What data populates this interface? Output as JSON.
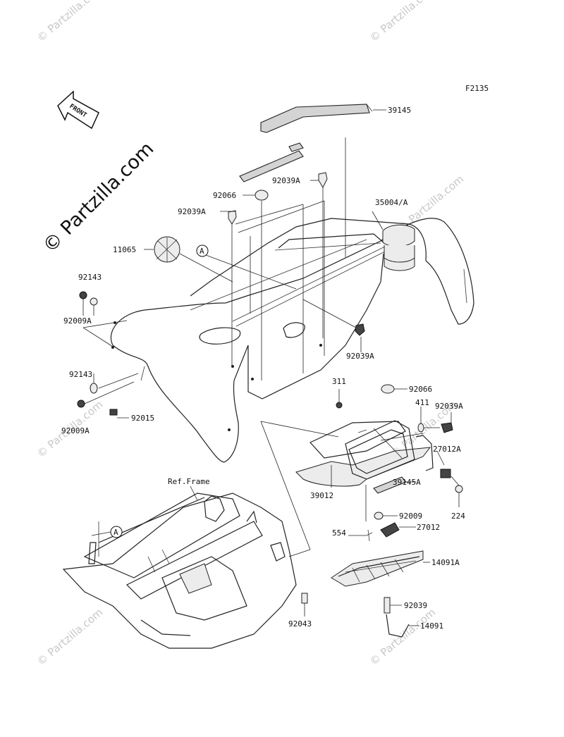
{
  "figure_code": "F2135",
  "front_arrow": "FRONT",
  "ref_frame_label": "Ref.Frame",
  "callout_letter": "A",
  "watermark": {
    "main": "© Partzilla.com",
    "small": "© Partzilla.com"
  },
  "parts": {
    "p39145": "39145",
    "p92039A_top": "92039A",
    "p92066_top": "92066",
    "p92039A_left": "92039A",
    "p35004A": "35004/A",
    "p11065": "11065",
    "p92143_top": "92143",
    "p92009A_top": "92009A",
    "p92039A_mid": "92039A",
    "p92143_bot": "92143",
    "p92009A_bot": "92009A",
    "p92015": "92015",
    "p311": "311",
    "p92066_right": "92066",
    "p411": "411",
    "p92039A_right": "92039A",
    "p27012A": "27012A",
    "p39145A": "39145A",
    "p224": "224",
    "p39012": "39012",
    "p92009": "92009",
    "p554": "554",
    "p27012": "27012",
    "p14091A": "14091A",
    "p92039": "92039",
    "p92043": "92043",
    "p14091": "14091"
  }
}
